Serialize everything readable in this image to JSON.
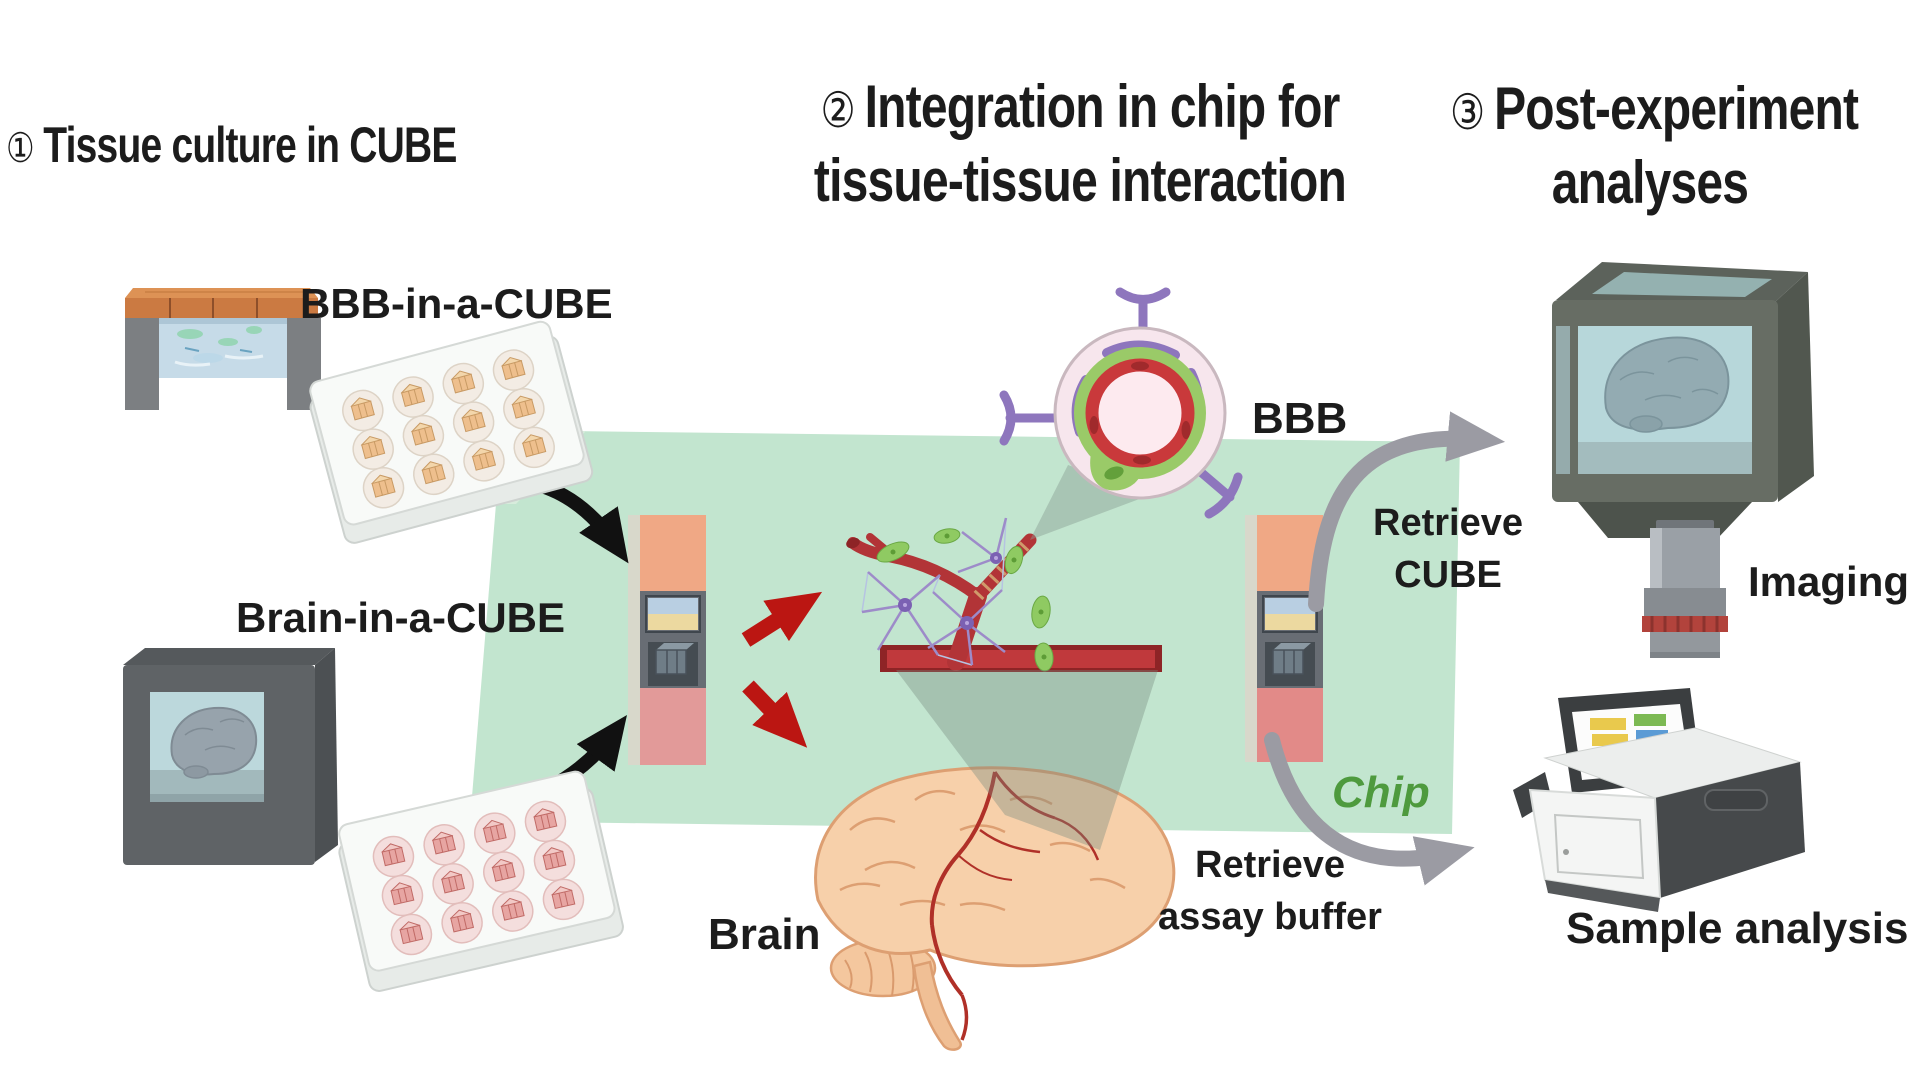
{
  "headings": {
    "step1_number": "①",
    "step1_title": "Tissue culture in CUBE",
    "step2_number": "②",
    "step2_line1": "Integration in chip for",
    "step2_line2": "tissue-tissue interaction",
    "step3_number": "③",
    "step3_line1": "Post-experiment",
    "step3_line2": "analyses"
  },
  "labels": {
    "bbb_in_a_cube": "BBB-in-a-CUBE",
    "brain_in_a_cube": "Brain-in-a-CUBE",
    "bbb": "BBB",
    "brain": "Brain",
    "chip": "Chip",
    "retrieve_cube_l1": "Retrieve",
    "retrieve_cube_l2": "CUBE",
    "retrieve_buffer_l1": "Retrieve",
    "retrieve_buffer_l2": "assay buffer",
    "imaging": "Imaging",
    "sample_analysis": "Sample analysis"
  },
  "colors": {
    "chip_surface": "#c2e5cf",
    "chip_edge_highlight": "#d7ecdc",
    "chip_label_green": "#4e9a3e",
    "heading_text": "#1c1c1c",
    "arrow_red": "#bb1612",
    "arrow_black": "#111111",
    "arrow_gray": "#9b9ba3",
    "inlet_top_salmon": "#f0a885",
    "inlet_mid_gray": "#686d74",
    "inlet_bottom_pink": "#e29a99",
    "vessel_red": "#b23437",
    "astrocyte_green": "#8fca62",
    "neuron_purple": "#7b61b3",
    "bbb_ring_red": "#c9393b",
    "bbb_ring_green": "#9aca68",
    "bbb_endfoot_purple": "#8e76bd",
    "brain_fill": "#f7d0aa",
    "wood_top": "#cb7a42"
  },
  "icons": {
    "left_section": [
      "bbb-cube-device",
      "bbb-well-plate",
      "brain-cube-device",
      "brain-well-plate"
    ],
    "middle_section": [
      "chip-surface",
      "chip-inlet-left",
      "chip-inlet-right",
      "bbb-cross-section",
      "neurovascular-unit",
      "brain-illustration",
      "magnifier-cones"
    ],
    "right_section": [
      "retrieved-cube",
      "microscope-objective",
      "plate-reader"
    ],
    "arrows": [
      "black-transfer-arrow",
      "red-integration-arrow",
      "gray-retrieve-arrow"
    ]
  }
}
